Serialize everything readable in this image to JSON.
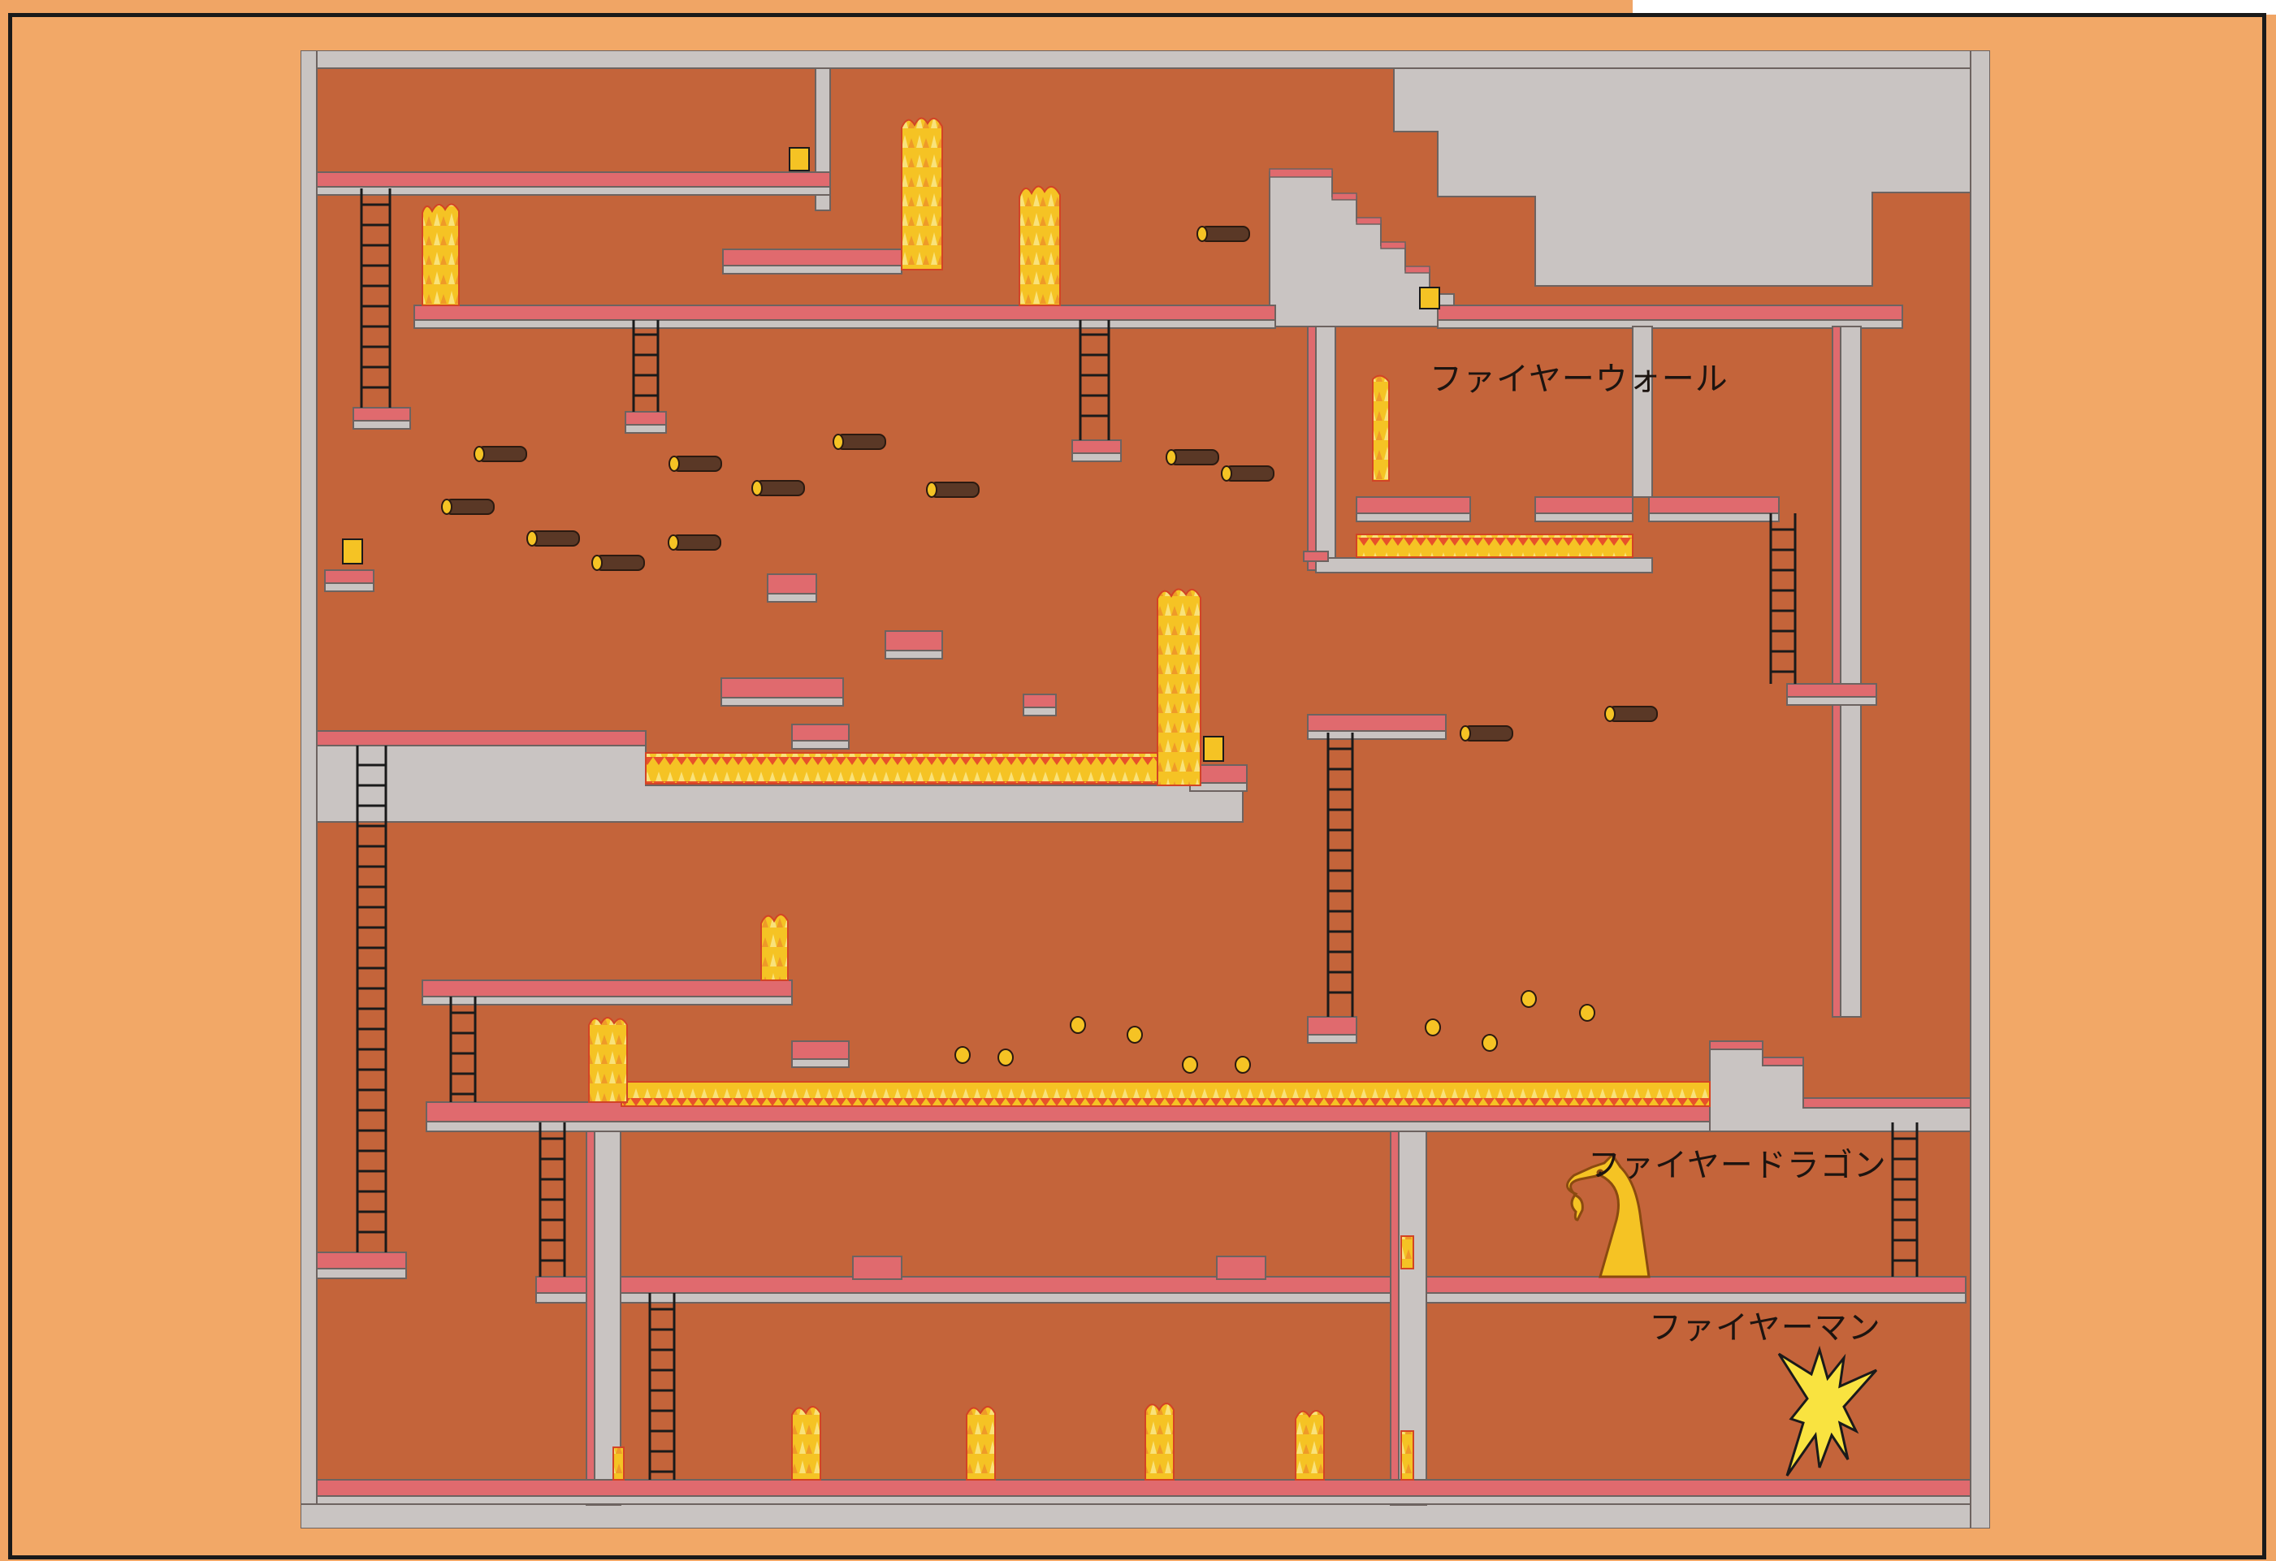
{
  "map": {
    "stage": "fire-man-stage",
    "labels": {
      "fire_wall": "ファイヤーウォール",
      "fire_dragon": "ファイヤードラゴン",
      "fire_man": "ファイヤーマン"
    },
    "colors": {
      "background": "#c4643a",
      "platform_top": "#e06a6e",
      "wall": "#c9c4c2",
      "fire": "#f5c324",
      "fire_edge": "#e0482a",
      "ladder": "#1a1a1a",
      "outer_card": "#f0a565"
    },
    "icons": [
      "fire-pillar-icon",
      "lava-pool-icon",
      "log-platform-icon",
      "ladder-icon",
      "fire-dragon-icon",
      "fire-man-icon",
      "item-box-icon"
    ]
  }
}
